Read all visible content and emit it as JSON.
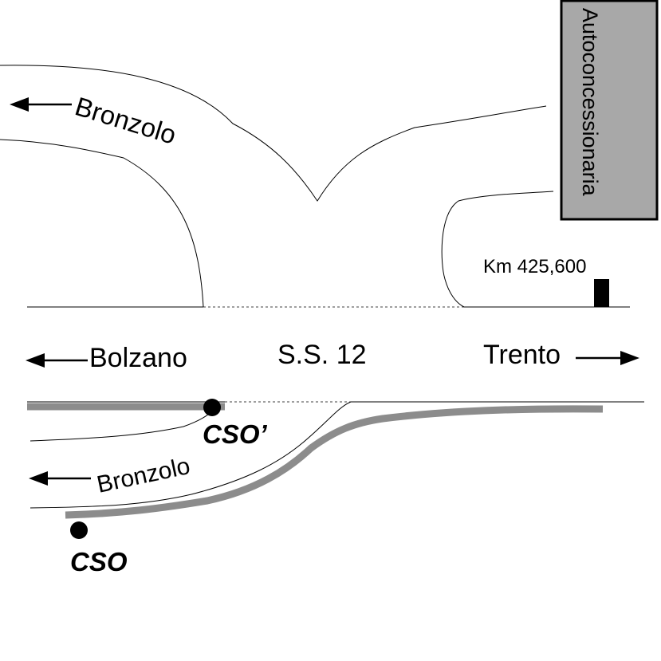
{
  "labels": {
    "road_name": "S.S. 12",
    "left_direction": "Bolzano",
    "right_direction": "Trento",
    "upper_branch": "Bronzolo",
    "lower_branch": "Bronzolo",
    "building": "Autoconcessionaria",
    "kilometre_marker": "Km 425,600",
    "point_cso_prime": "CSO’",
    "point_cso": "CSO"
  },
  "colors": {
    "barrier": "#8c8c8c",
    "building_fill": "#a8a8a8",
    "ink": "#000000"
  },
  "icons": {
    "direction_arrows": "arrow-icon",
    "measurement_points": "dot-icon",
    "kilometre_post": "post-icon"
  }
}
